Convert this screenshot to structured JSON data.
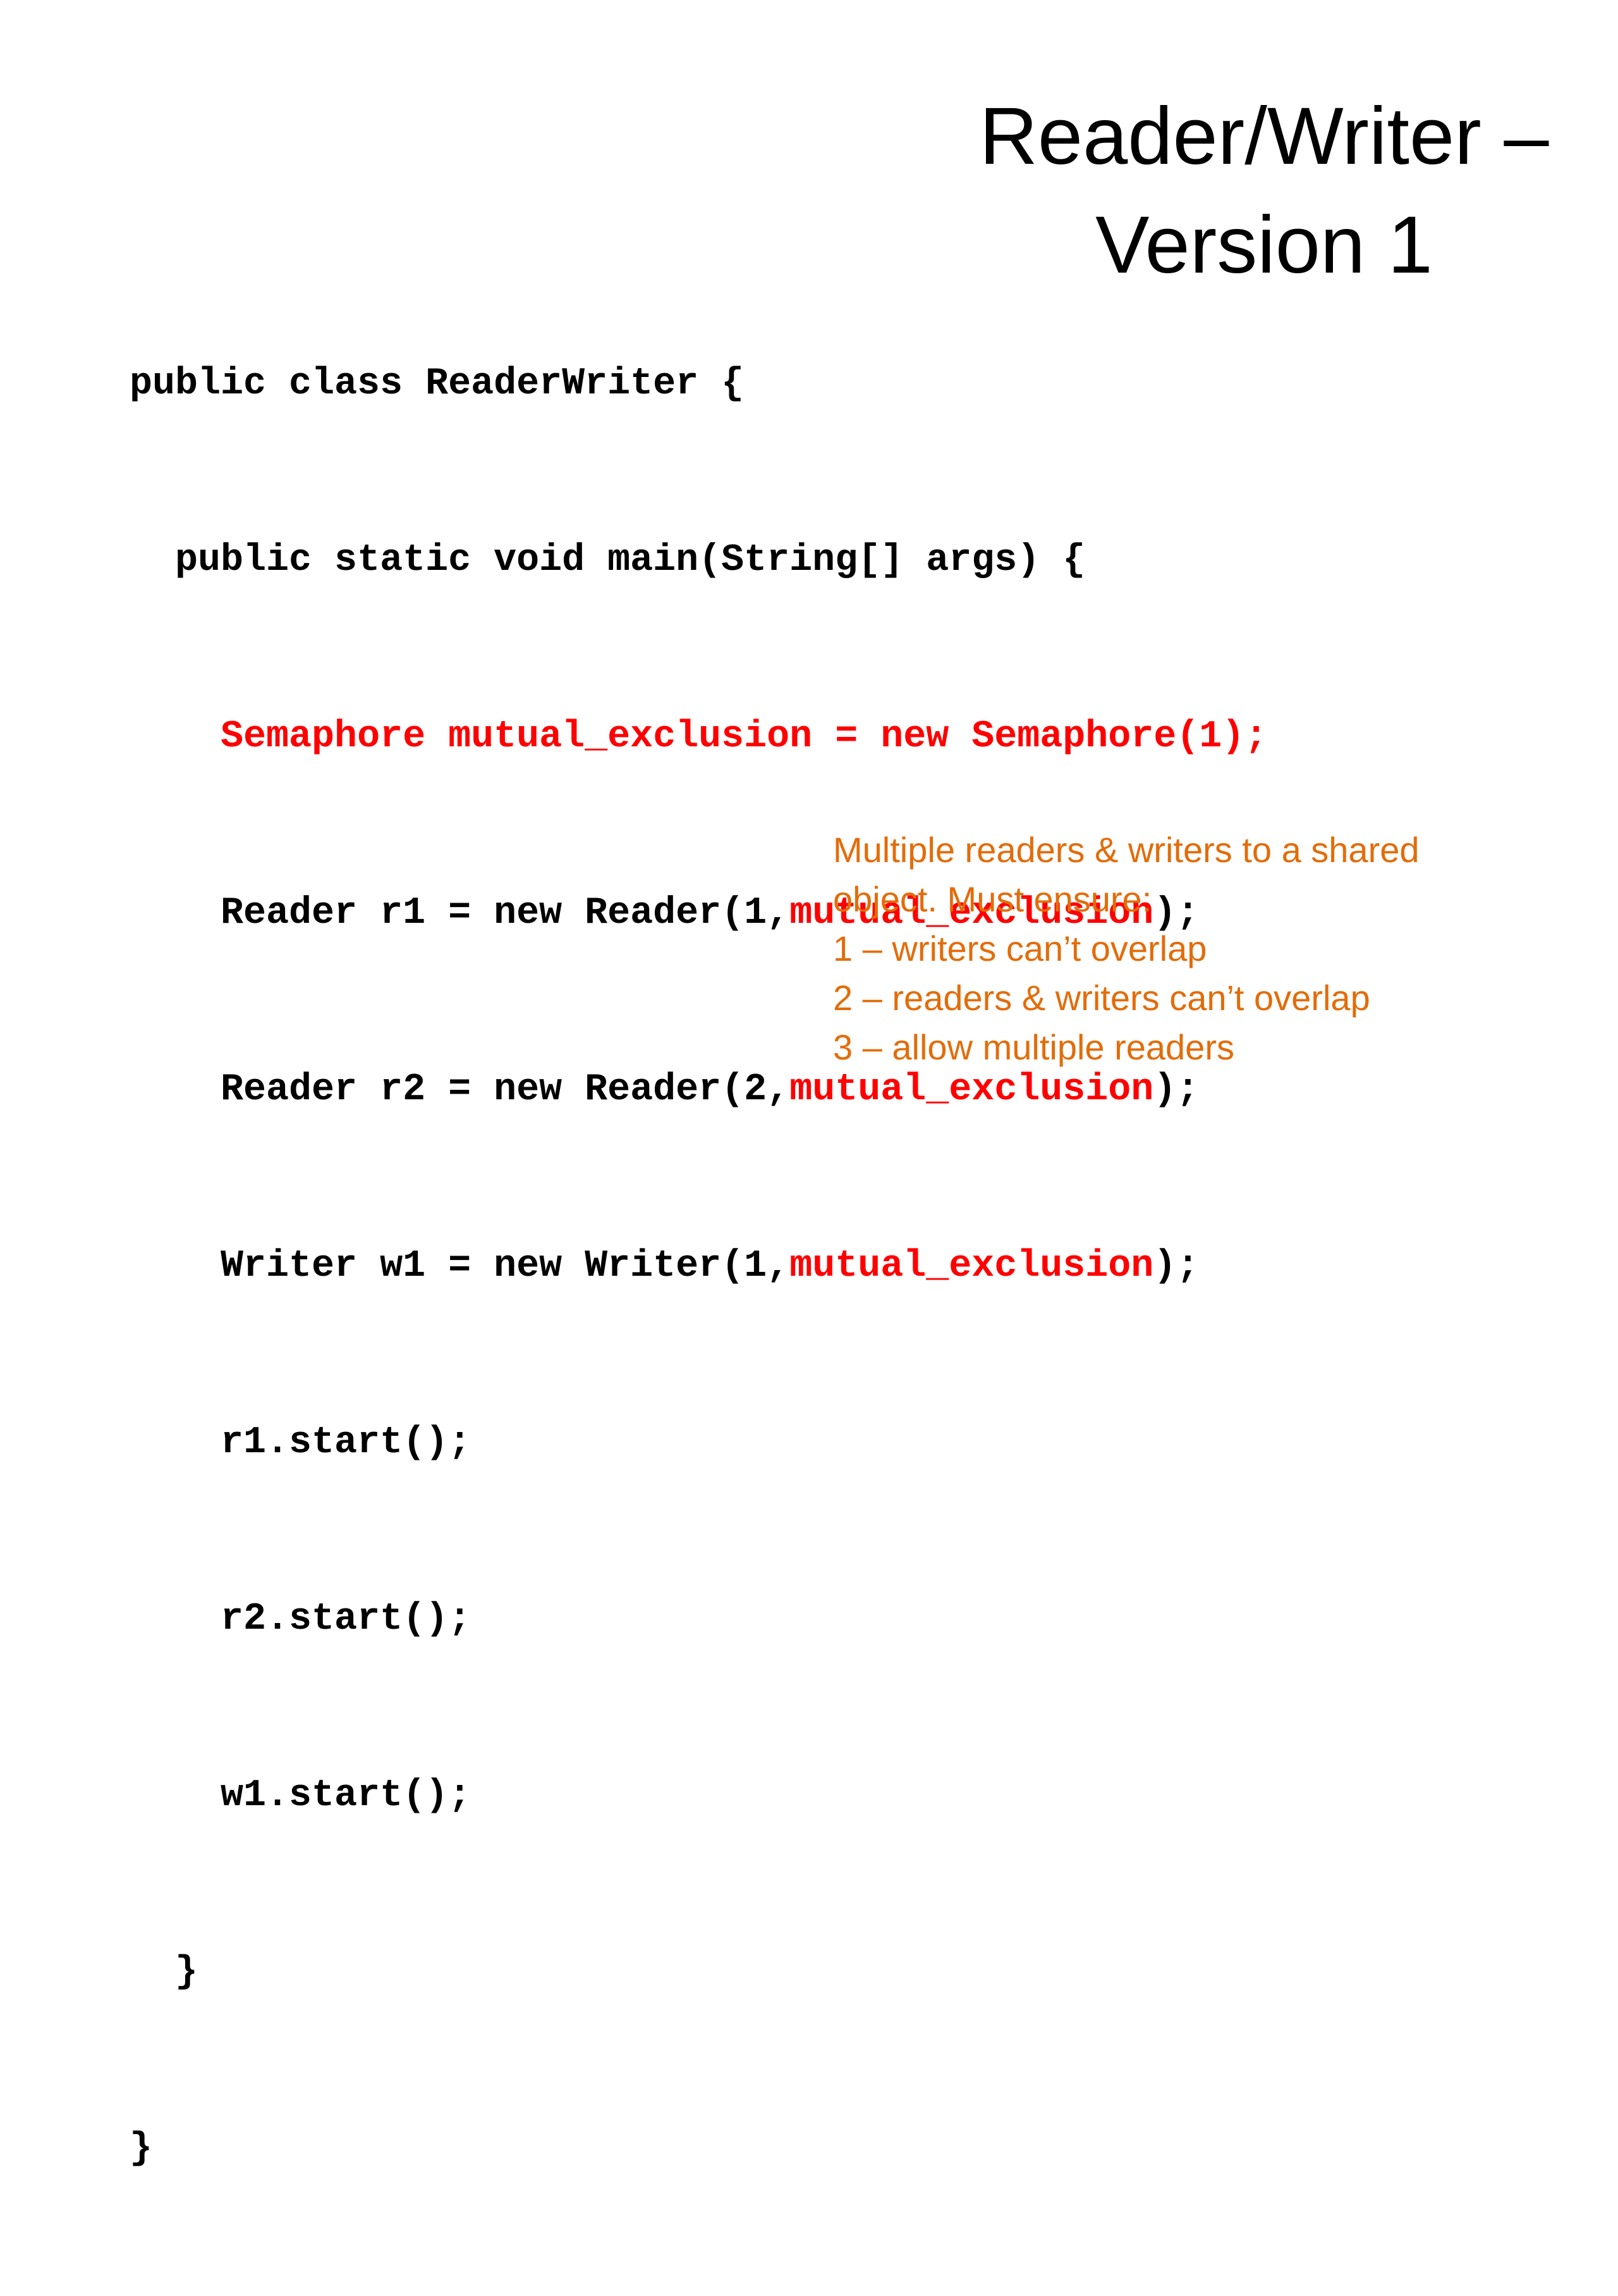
{
  "slide": {
    "title_lines": [
      "Reader/Writer –",
      "Version 1"
    ],
    "code": {
      "line1": "public class ReaderWriter {",
      "line2_indent": "  ",
      "line2": "public static void main(String[] args) {",
      "line3_indent": "    ",
      "line3_red": "Semaphore mutual_exclusion = new Semaphore(1);",
      "line4_indent": "    ",
      "line4_pre": "Reader r1 = new Reader(1,",
      "line4_red": "mutual_exclusion",
      "line4_post": ");",
      "line5_indent": "    ",
      "line5_pre": "Reader r2 = new Reader(2,",
      "line5_red": "mutual_exclusion",
      "line5_post": ");",
      "line6_indent": "    ",
      "line6_pre": "Writer w1 = new Writer(1,",
      "line6_red": "mutual_exclusion",
      "line6_post": ");",
      "line7_indent": "    ",
      "line7": "r1.start();",
      "line8_indent": "    ",
      "line8": "r2.start();",
      "line9_indent": "    ",
      "line9": "w1.start();",
      "line10_indent": "  ",
      "line10": "}",
      "line11": "}"
    },
    "note_lines": [
      "Multiple readers & writers to a shared",
      "object.  Must ensure:",
      "1 – writers can’t overlap",
      "2 – readers & writers can’t overlap",
      "3 – allow multiple readers"
    ],
    "colors": {
      "highlight": "#ff0000",
      "note": "#e36c09",
      "text": "#000000"
    }
  }
}
